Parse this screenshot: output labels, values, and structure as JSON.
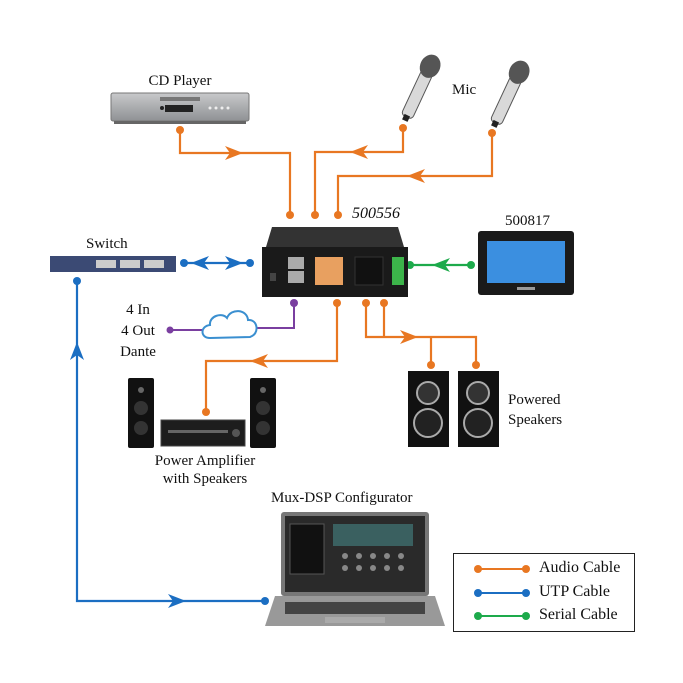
{
  "colors": {
    "audio": "#E87722",
    "utp": "#1B6EC2",
    "serial": "#1DAA4B",
    "dante": "#7A3FA0"
  },
  "devices": {
    "cd_player": {
      "label": "CD Player",
      "icon": "cd-player-icon"
    },
    "mic": {
      "label": "Mic",
      "icon": "microphone-icon",
      "count": 2
    },
    "main_unit": {
      "label": "500556",
      "icon": "dsp-unit-icon"
    },
    "touch_panel": {
      "label": "500817",
      "icon": "touch-panel-icon"
    },
    "switch": {
      "label": "Switch",
      "icon": "network-switch-icon"
    },
    "dante": {
      "label_lines": [
        "4 In",
        "4 Out",
        "Dante"
      ],
      "icon": "cloud-icon"
    },
    "power_amp": {
      "label_lines": [
        "Power Amplifier",
        "with Speakers"
      ],
      "icon": "amplifier-icon"
    },
    "powered_speakers": {
      "label_lines": [
        "Powered",
        "Speakers"
      ],
      "icon": "speaker-icon"
    },
    "configurator": {
      "label": "Mux-DSP Configurator",
      "icon": "laptop-icon"
    }
  },
  "legend": {
    "items": [
      {
        "label": "Audio Cable",
        "color": "#E87722"
      },
      {
        "label": "UTP Cable",
        "color": "#1B6EC2"
      },
      {
        "label": "Serial Cable",
        "color": "#1DAA4B"
      }
    ]
  }
}
